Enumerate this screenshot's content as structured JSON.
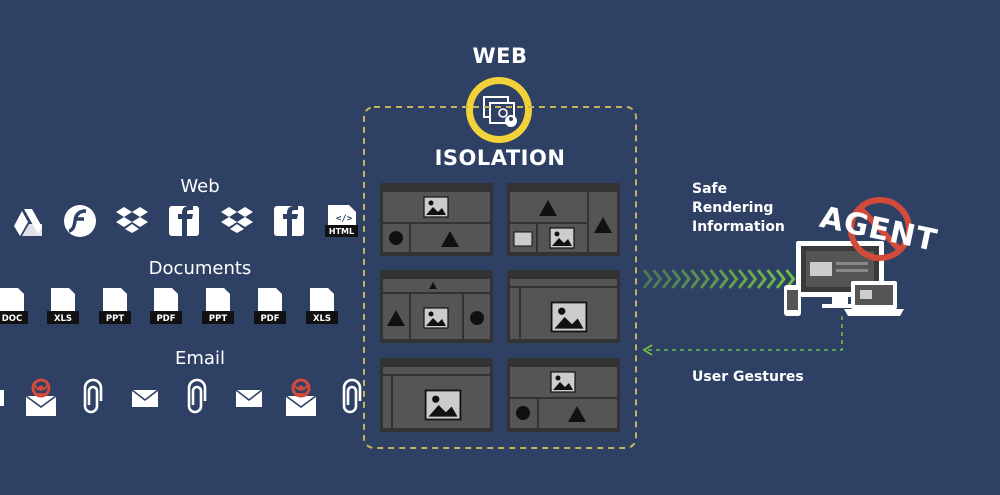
{
  "header": {
    "title_top": "WEB",
    "title_bottom": "ISOLATION"
  },
  "categories": {
    "web": "Web",
    "documents": "Documents",
    "email": "Email"
  },
  "doc_labels": [
    "DOC",
    "XLS",
    "PPT",
    "PDF",
    "PPT",
    "PDF",
    "XLS"
  ],
  "html_label": "HTML",
  "notes": {
    "safe_rendering": "Safe\nRendering\nInformation",
    "user_gestures": "User Gestures"
  },
  "agent_label": "AGENT",
  "icons": {
    "web_row": [
      "google-drive-icon",
      "flash-icon",
      "dropbox-icon",
      "facebook-icon",
      "dropbox-icon",
      "facebook-icon",
      "html-file-icon"
    ],
    "email_row": [
      "biohazard-envelope-icon",
      "paperclip-icon",
      "envelope-icon",
      "paperclip-icon",
      "envelope-icon",
      "biohazard-envelope-icon",
      "paperclip-icon"
    ],
    "center": "isolated-browser-icon",
    "devices": [
      "desktop-monitor-icon",
      "phone-icon",
      "laptop-icon"
    ],
    "prohibited": "no-agent-icon"
  },
  "colors": {
    "background": "#2e4063",
    "accent_yellow": "#f2d23a",
    "dashed_border": "#c6b45a",
    "arrow_green": "#6fbe4a",
    "prohibit_red": "#d24a3a",
    "panel_gray": "#555555"
  }
}
